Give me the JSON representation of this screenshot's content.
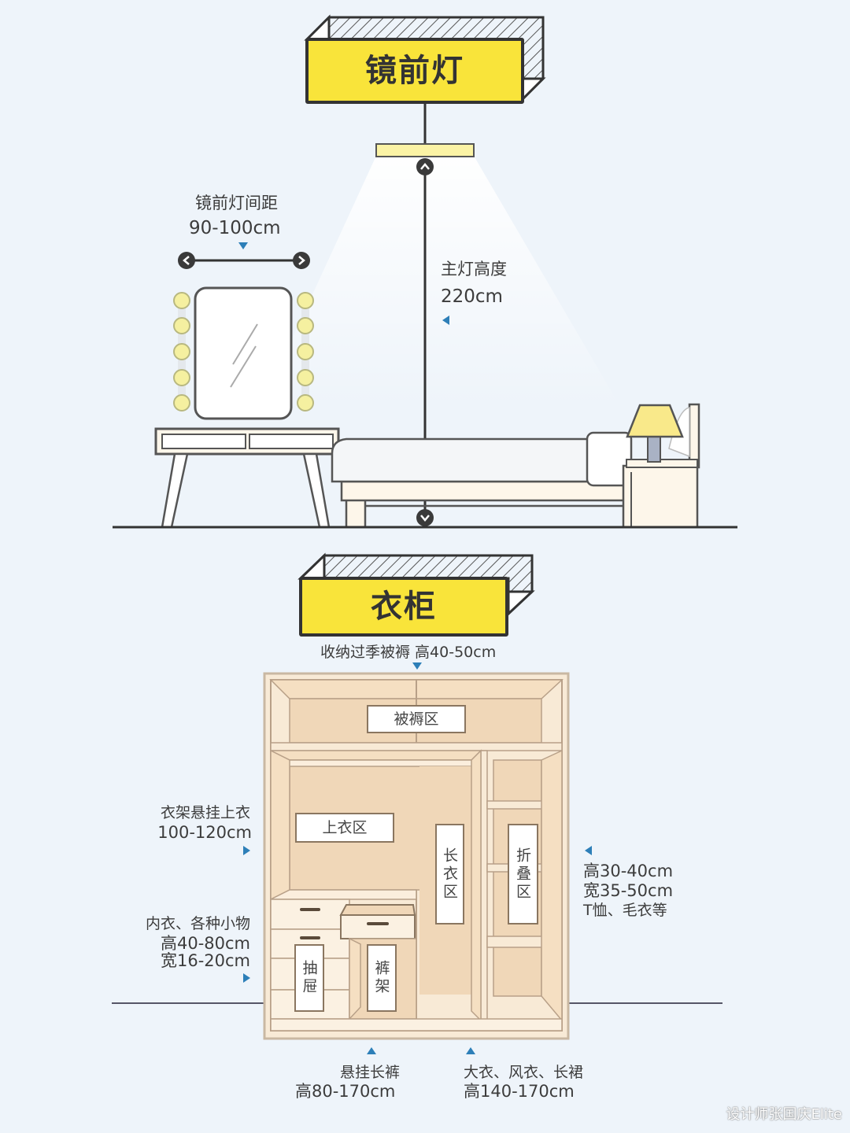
{
  "section1": {
    "title": "镜前灯",
    "mirror_light_spacing": {
      "label": "镜前灯间距",
      "value": "90-100cm"
    },
    "main_light_height": {
      "label": "主灯高度",
      "value": "220cm"
    }
  },
  "section2": {
    "title": "衣柜",
    "top_note": "收纳过季被褥 高40-50cm",
    "zones": {
      "bedding": "被褥区",
      "tops": "上衣区",
      "long_coats": "长衣区",
      "folded": "折叠区",
      "drawers": "抽屉",
      "trouser_rack": "裤架"
    },
    "left_notes": {
      "hanging_tops": {
        "line1": "衣架悬挂上衣",
        "line2": "100-120cm"
      },
      "small_items": {
        "line1": "内衣、各种小物",
        "line2": "高40-80cm",
        "line3": "宽16-20cm"
      }
    },
    "right_notes": {
      "folded": {
        "line1": "高30-40cm",
        "line2": "宽35-50cm",
        "line3": "T恤、毛衣等"
      }
    },
    "bottom_notes": {
      "trousers": {
        "line1": "悬挂长裤",
        "line2": "高80-170cm"
      },
      "coats": {
        "line1": "大衣、风衣、长裙",
        "line2": "高140-170cm"
      }
    }
  },
  "watermark": "设计师张国庆Elite",
  "colors": {
    "background": "#eef4fa",
    "title_yellow": "#f9e43a",
    "outline": "#333333",
    "wardrobe_wood": "#f0d7b8",
    "wardrobe_light": "#f8ead6",
    "accent_arrow": "#2d7fb8",
    "bulb": "#f5f0a0"
  }
}
